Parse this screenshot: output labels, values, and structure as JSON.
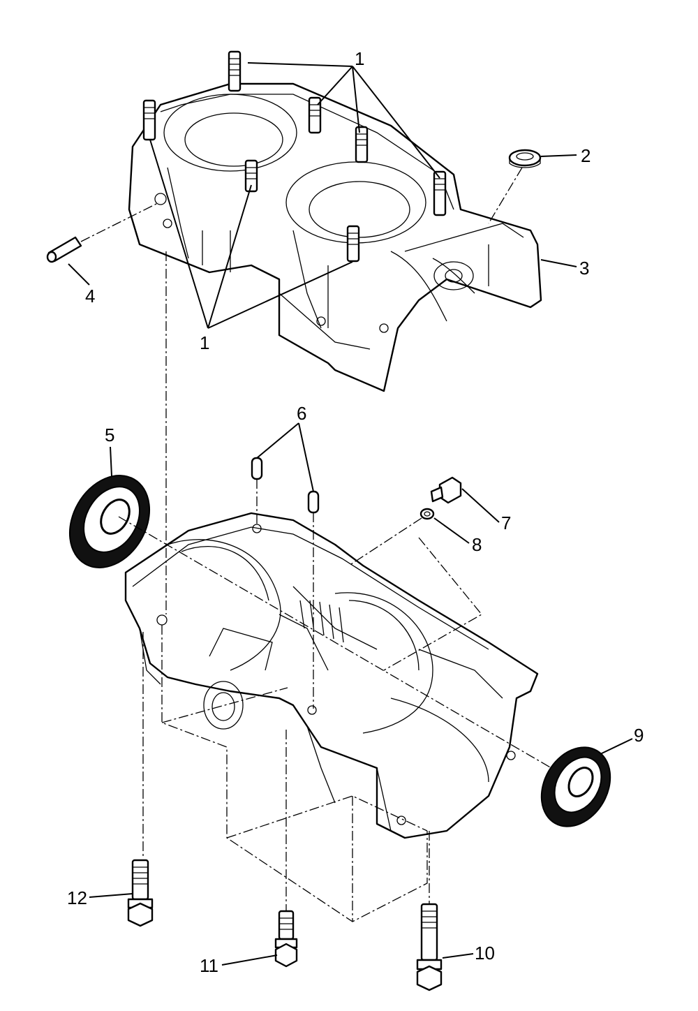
{
  "callouts": {
    "c1a": "1",
    "c1b": "1",
    "c2": "2",
    "c3": "3",
    "c4": "4",
    "c5": "5",
    "c6": "6",
    "c7": "7",
    "c8": "8",
    "c9": "9",
    "c10": "10",
    "c11": "11",
    "c12": "12"
  }
}
